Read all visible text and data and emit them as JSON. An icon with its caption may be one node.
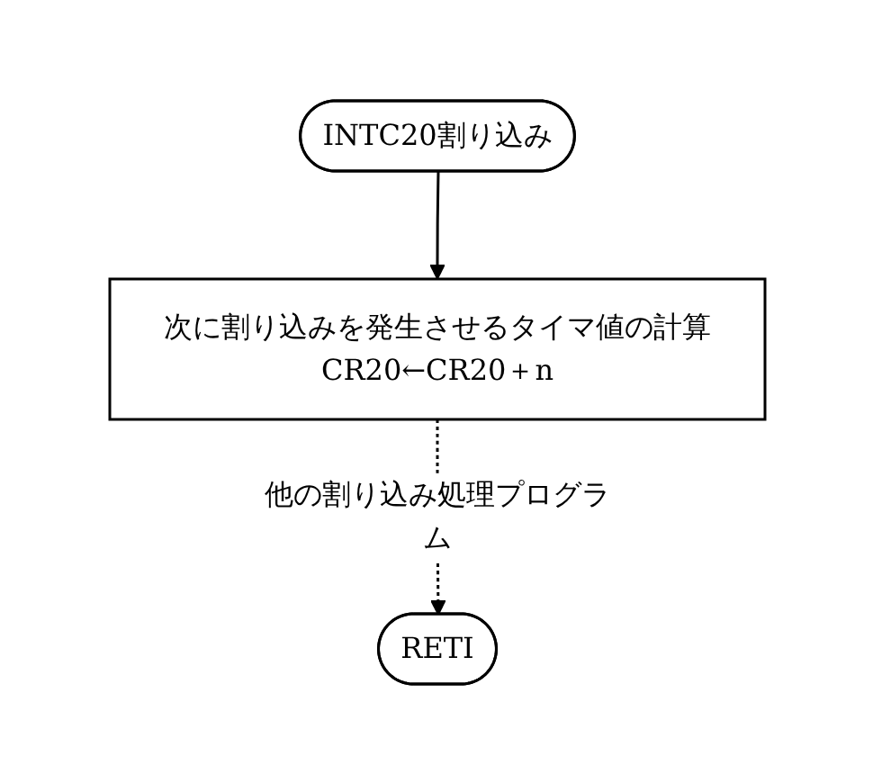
{
  "diagram": {
    "nodes": [
      {
        "text": [
          "INTC20割り込み"
        ]
      },
      {
        "text": [
          "次に割り込みを発生させるタイマ値の計算",
          "CR20←CR20＋n"
        ]
      },
      {
        "text": [
          "RETI"
        ]
      }
    ],
    "edges": [
      {
        "from": 0,
        "to": 1,
        "arrow": "to"
      },
      {
        "from": 1,
        "to": 2,
        "arrow": "to",
        "style": "dashed",
        "label": "他の割り込み処理プログラム"
      }
    ]
  }
}
